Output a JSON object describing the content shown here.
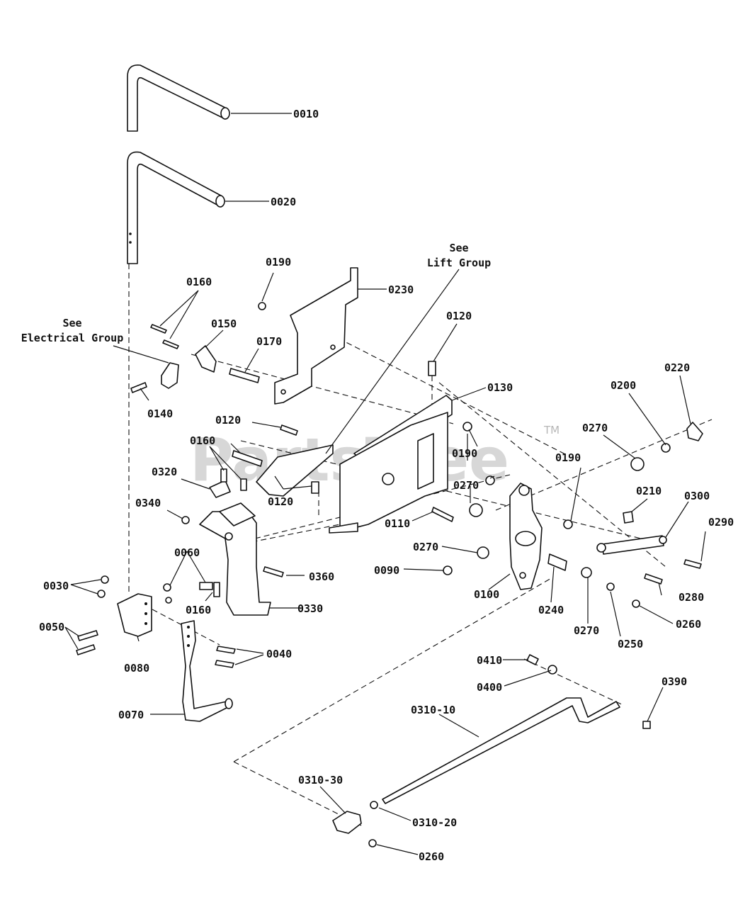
{
  "watermark": {
    "text": "PartsTree",
    "trademark": "TM"
  },
  "notes": {
    "lift_group": [
      "See",
      "Lift Group"
    ],
    "electrical_group": [
      "See",
      "Electrical Group"
    ]
  },
  "callouts": {
    "p0010": "0010",
    "p0020": "0020",
    "p0030": "0030",
    "p0040": "0040",
    "p0050": "0050",
    "p0060": "0060",
    "p0070": "0070",
    "p0080": "0080",
    "p0090": "0090",
    "p0100": "0100",
    "p0110": "0110",
    "p0120a": "0120",
    "p0120b": "0120",
    "p0120c": "0120",
    "p0130": "0130",
    "p0140": "0140",
    "p0150": "0150",
    "p0160a": "0160",
    "p0160b": "0160",
    "p0160c": "0160",
    "p0170": "0170",
    "p0190a": "0190",
    "p0190b": "0190",
    "p0190c": "0190",
    "p0200": "0200",
    "p0210": "0210",
    "p0220": "0220",
    "p0230": "0230",
    "p0240": "0240",
    "p0250": "0250",
    "p0260a": "0260",
    "p0260b": "0260",
    "p0270a": "0270",
    "p0270b": "0270",
    "p0270c": "0270",
    "p0270d": "0270",
    "p0280": "0280",
    "p0290": "0290",
    "p0300": "0300",
    "p0310_10": "0310-10",
    "p0310_20": "0310-20",
    "p0310_30": "0310-30",
    "p0320": "0320",
    "p0330": "0330",
    "p0340": "0340",
    "p0360": "0360",
    "p0390": "0390",
    "p0400": "0400",
    "p0410": "0410"
  }
}
